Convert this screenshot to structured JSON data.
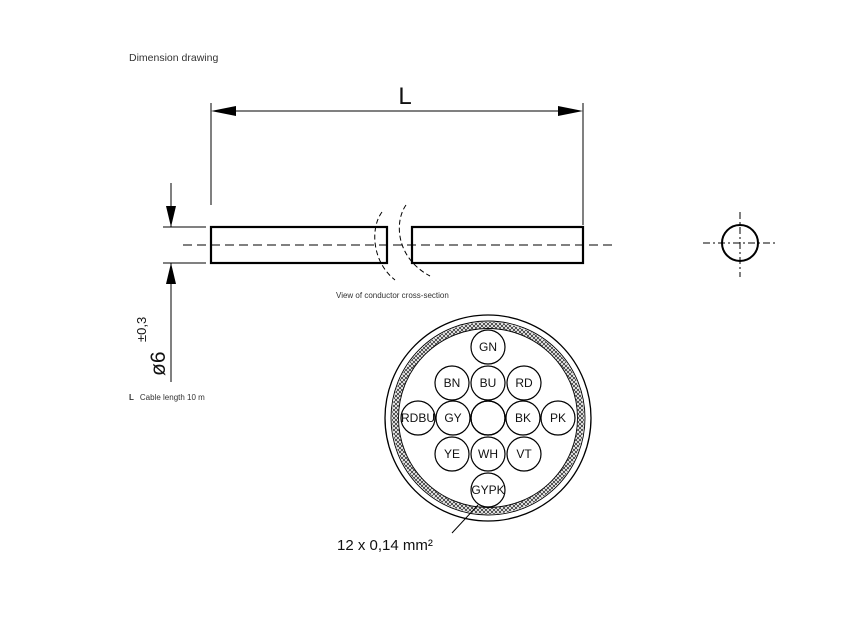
{
  "title": "Dimension drawing",
  "length_label": "L",
  "diameter": {
    "symbol": "ø6",
    "tolerance": "±0,3"
  },
  "legend": {
    "key": "L",
    "text": "Cable length 10 m"
  },
  "cross_section_caption": "View of conductor cross-section",
  "conductor_spec": "12 x 0,14 mm²",
  "wires": {
    "center": "",
    "GN": "GN",
    "BN": "BN",
    "BU": "BU",
    "RD": "RD",
    "RDBU": "RDBU",
    "GY": "GY",
    "BK": "BK",
    "PK": "PK",
    "YE": "YE",
    "WH": "WH",
    "VT": "VT",
    "GYPK": "GYPK"
  }
}
